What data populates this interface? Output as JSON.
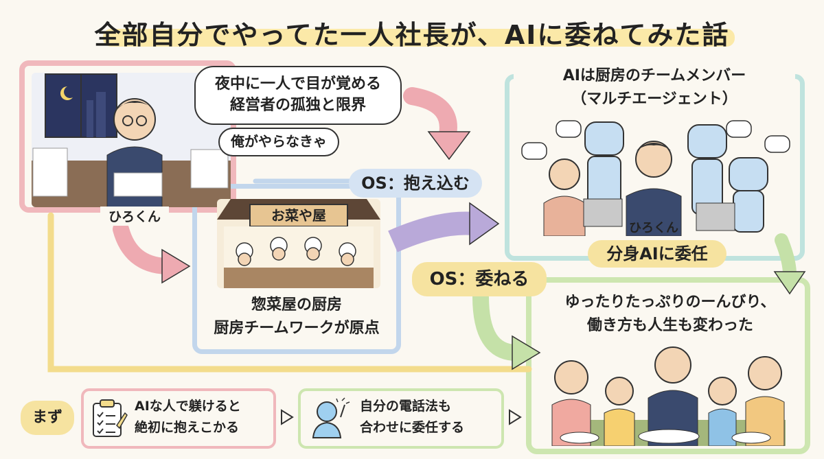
{
  "title": "全部自分でやってた一人社長が、AIに委ねてみた話",
  "panels": {
    "owner": {
      "name": "ひろくん",
      "thought": "夜中に一人で目が覚める\n経営者の孤独と限界",
      "speech": "俺がやらなきゃ"
    },
    "kitchen": {
      "sign": "お菜や屋",
      "caption": "惣菜屋の厨房\n厨房チームワークが原点"
    },
    "ai_team": {
      "heading": "AIは厨房のチームメンバー\n（マルチエージェント）",
      "name": "ひろくん",
      "badge": "分身AIに委任"
    },
    "result": {
      "caption": "ゆったりたっぷりのーんびり、\n働き方も人生も変わった"
    }
  },
  "labels": {
    "os_hold": "OS：抱え込む",
    "os_delegate": "OS：委ねる"
  },
  "steps": {
    "start": "まず",
    "step1": "AIな人で躾けると\n絶初に抱えこかる",
    "step2": "自分の電話法も\n合わせに委任する"
  },
  "colors": {
    "pink": "#eeaab1",
    "blue": "#bcd1ea",
    "yellow": "#f3dc8c",
    "green": "#c5e1a8",
    "teal": "#b6e0dc",
    "purple": "#b9a9d9"
  }
}
